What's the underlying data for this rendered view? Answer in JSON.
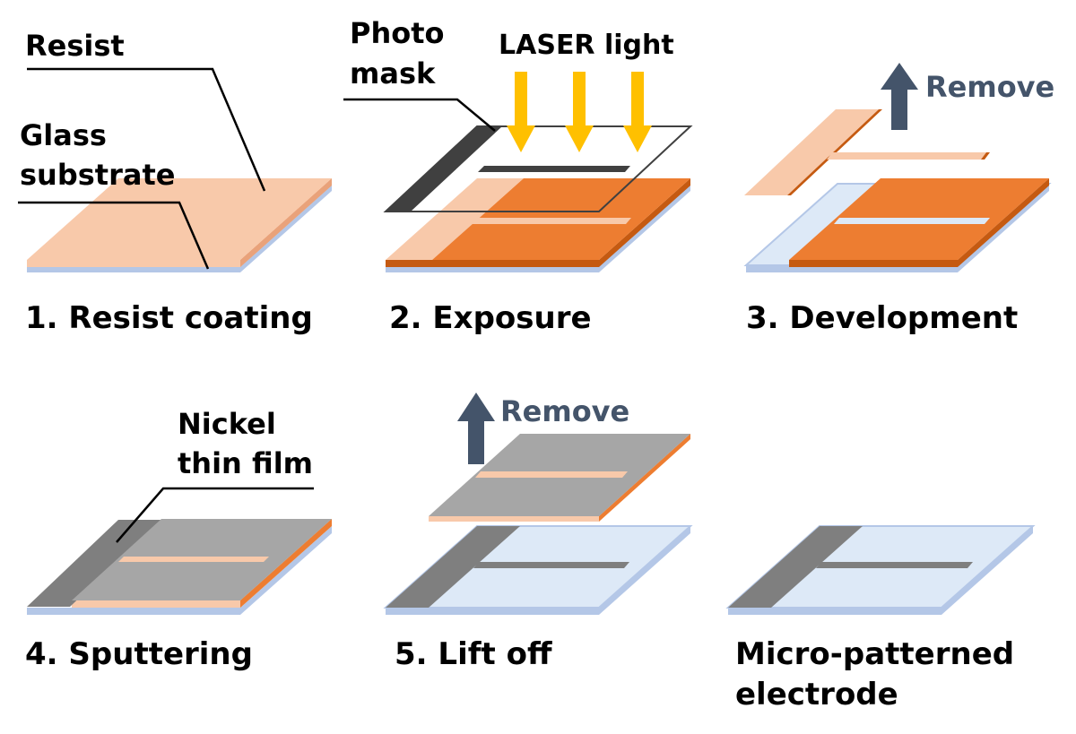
{
  "labels": {
    "resist": "Resist",
    "glass_line1": "Glass",
    "glass_line2": "substrate",
    "photo_line1": "Photo",
    "photo_line2": "mask",
    "laser": "LASER light",
    "remove_top": "Remove",
    "nickel_line1": "Nickel",
    "nickel_line2": "thin film",
    "remove_bottom": "Remove"
  },
  "steps": [
    "1. Resist coating",
    "2. Exposure",
    "3. Development",
    "4. Sputtering",
    "5. Lift off"
  ],
  "final": {
    "line1": "Micro-patterned",
    "line2": "electrode"
  },
  "colors": {
    "resist": "#f8c9aa",
    "resist_edge": "#e9a27a",
    "exposed": "#ed7d31",
    "exposed_edge": "#c55a11",
    "glass": "#dde9f7",
    "glass_edge": "#b4c7e7",
    "nickel": "#a6a6a6",
    "electrode": "#7f7f7f",
    "mask": "#404040",
    "laser": "#ffc000",
    "remove_arrow": "#44546a"
  }
}
